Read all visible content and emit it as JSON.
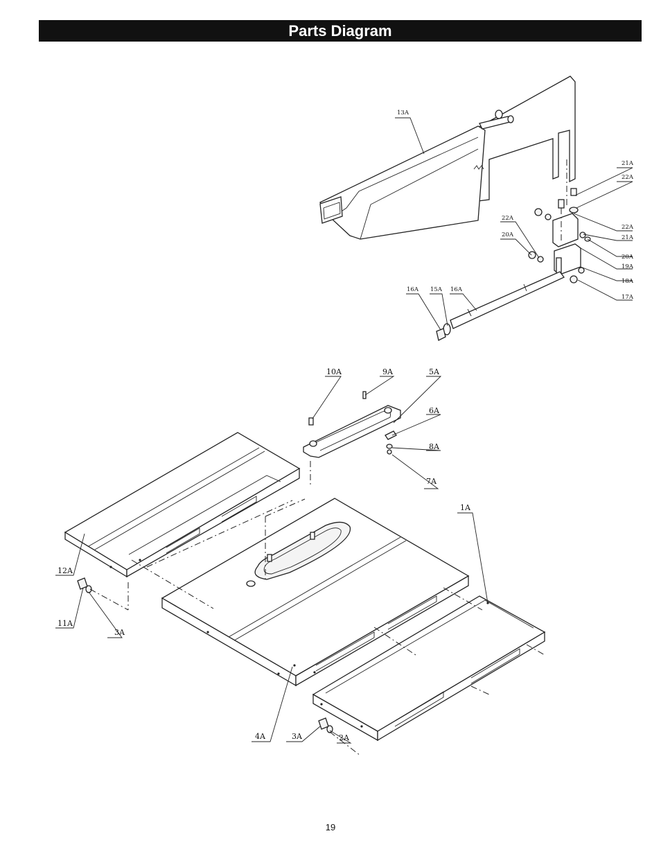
{
  "header": {
    "title": "Parts Diagram"
  },
  "footer": {
    "page_number": "19"
  },
  "callouts": {
    "c13A": "13A",
    "c21A_a": "21A",
    "c22A_a": "22A",
    "c22A_b": "22A",
    "c21A_b": "21A",
    "c20A_b": "20A",
    "c19A": "19A",
    "c18A": "18A",
    "c17A": "17A",
    "c22A_c": "22A",
    "c20A_a": "20A",
    "c16A_nut": "16A",
    "c15A": "15A",
    "c16A": "16A",
    "c10A": "10A",
    "c9A": "9A",
    "c5A": "5A",
    "c6A": "6A",
    "c8A": "8A",
    "c7A": "7A",
    "c1A": "1A",
    "c12A": "12A",
    "c11A": "11A",
    "c3A_a": "3A",
    "c4A": "4A",
    "c3A_b": "3A",
    "c2A": "2A"
  }
}
